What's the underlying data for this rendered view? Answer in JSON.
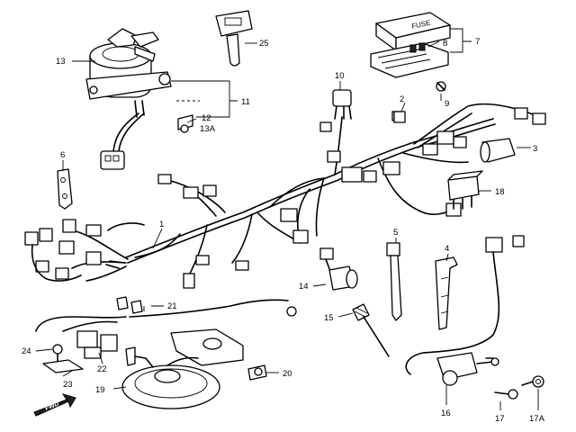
{
  "diagram": {
    "fwd_label": "FWD",
    "fuse_label": "FUSE",
    "callouts": [
      {
        "id": "c13",
        "text": "13"
      },
      {
        "id": "c25",
        "text": "25"
      },
      {
        "id": "c7",
        "text": "7"
      },
      {
        "id": "c8",
        "text": "8"
      },
      {
        "id": "c10",
        "text": "10"
      },
      {
        "id": "c9",
        "text": "9"
      },
      {
        "id": "c11",
        "text": "11"
      },
      {
        "id": "c12",
        "text": "12"
      },
      {
        "id": "c13A",
        "text": "13A"
      },
      {
        "id": "c2",
        "text": "2"
      },
      {
        "id": "c3",
        "text": "3"
      },
      {
        "id": "c6",
        "text": "6"
      },
      {
        "id": "c18",
        "text": "18"
      },
      {
        "id": "c1",
        "text": "1"
      },
      {
        "id": "c5",
        "text": "5"
      },
      {
        "id": "c4",
        "text": "4"
      },
      {
        "id": "c14",
        "text": "14"
      },
      {
        "id": "c21",
        "text": "21"
      },
      {
        "id": "c15",
        "text": "15"
      },
      {
        "id": "c24",
        "text": "24"
      },
      {
        "id": "c22",
        "text": "22"
      },
      {
        "id": "c23",
        "text": "23"
      },
      {
        "id": "c20",
        "text": "20"
      },
      {
        "id": "c19",
        "text": "19"
      },
      {
        "id": "c16",
        "text": "16"
      },
      {
        "id": "c17",
        "text": "17"
      },
      {
        "id": "c17A",
        "text": "17A"
      }
    ]
  }
}
